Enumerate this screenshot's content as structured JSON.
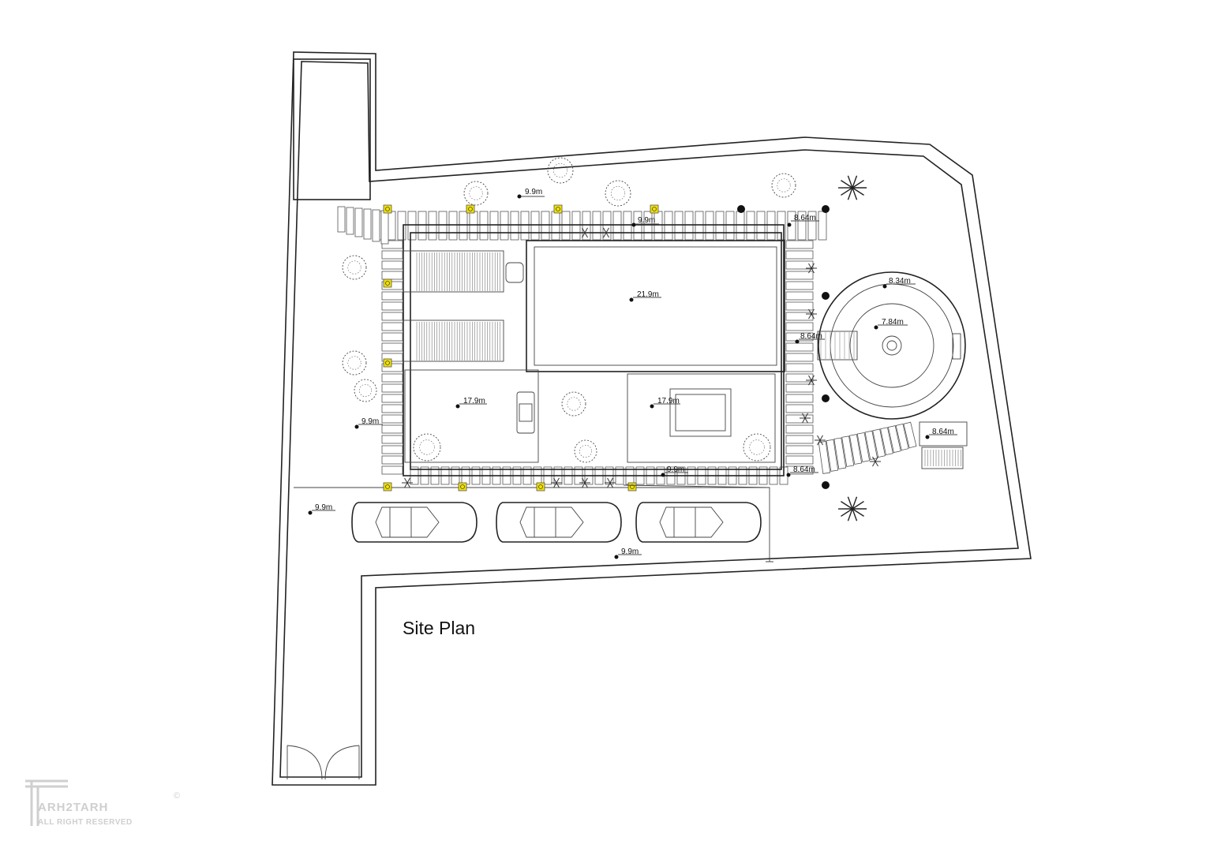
{
  "drawing": {
    "title": "Site Plan"
  },
  "levels": {
    "top_1": "9.9m",
    "top_2": "9.9m",
    "top_right": "8.64m",
    "main_block": "21.9m",
    "pond_outer": "8.34m",
    "pond_inner": "7.84m",
    "pond_steps": "8.64m",
    "left_room": "17.9m",
    "right_room": "17.9m",
    "left_edge": "9.9m",
    "bottom_path": "9.9m",
    "bottom_right": "8.64m",
    "right_deck": "8.64m",
    "parking_left": "9.9m",
    "parking_bottom": "9.9m"
  },
  "watermark": {
    "name": "ARH2TARH",
    "rights": "ALL RIGHT RESERVED",
    "copyright": "©"
  },
  "colors": {
    "line": "#222222",
    "light_marker": "#f2e200",
    "dark_marker": "#111111",
    "watermark": "#cfcfcf"
  },
  "icons": [
    "level-marker-icon",
    "light-fixture-icon",
    "tree-icon",
    "car-icon",
    "gate-icon"
  ]
}
